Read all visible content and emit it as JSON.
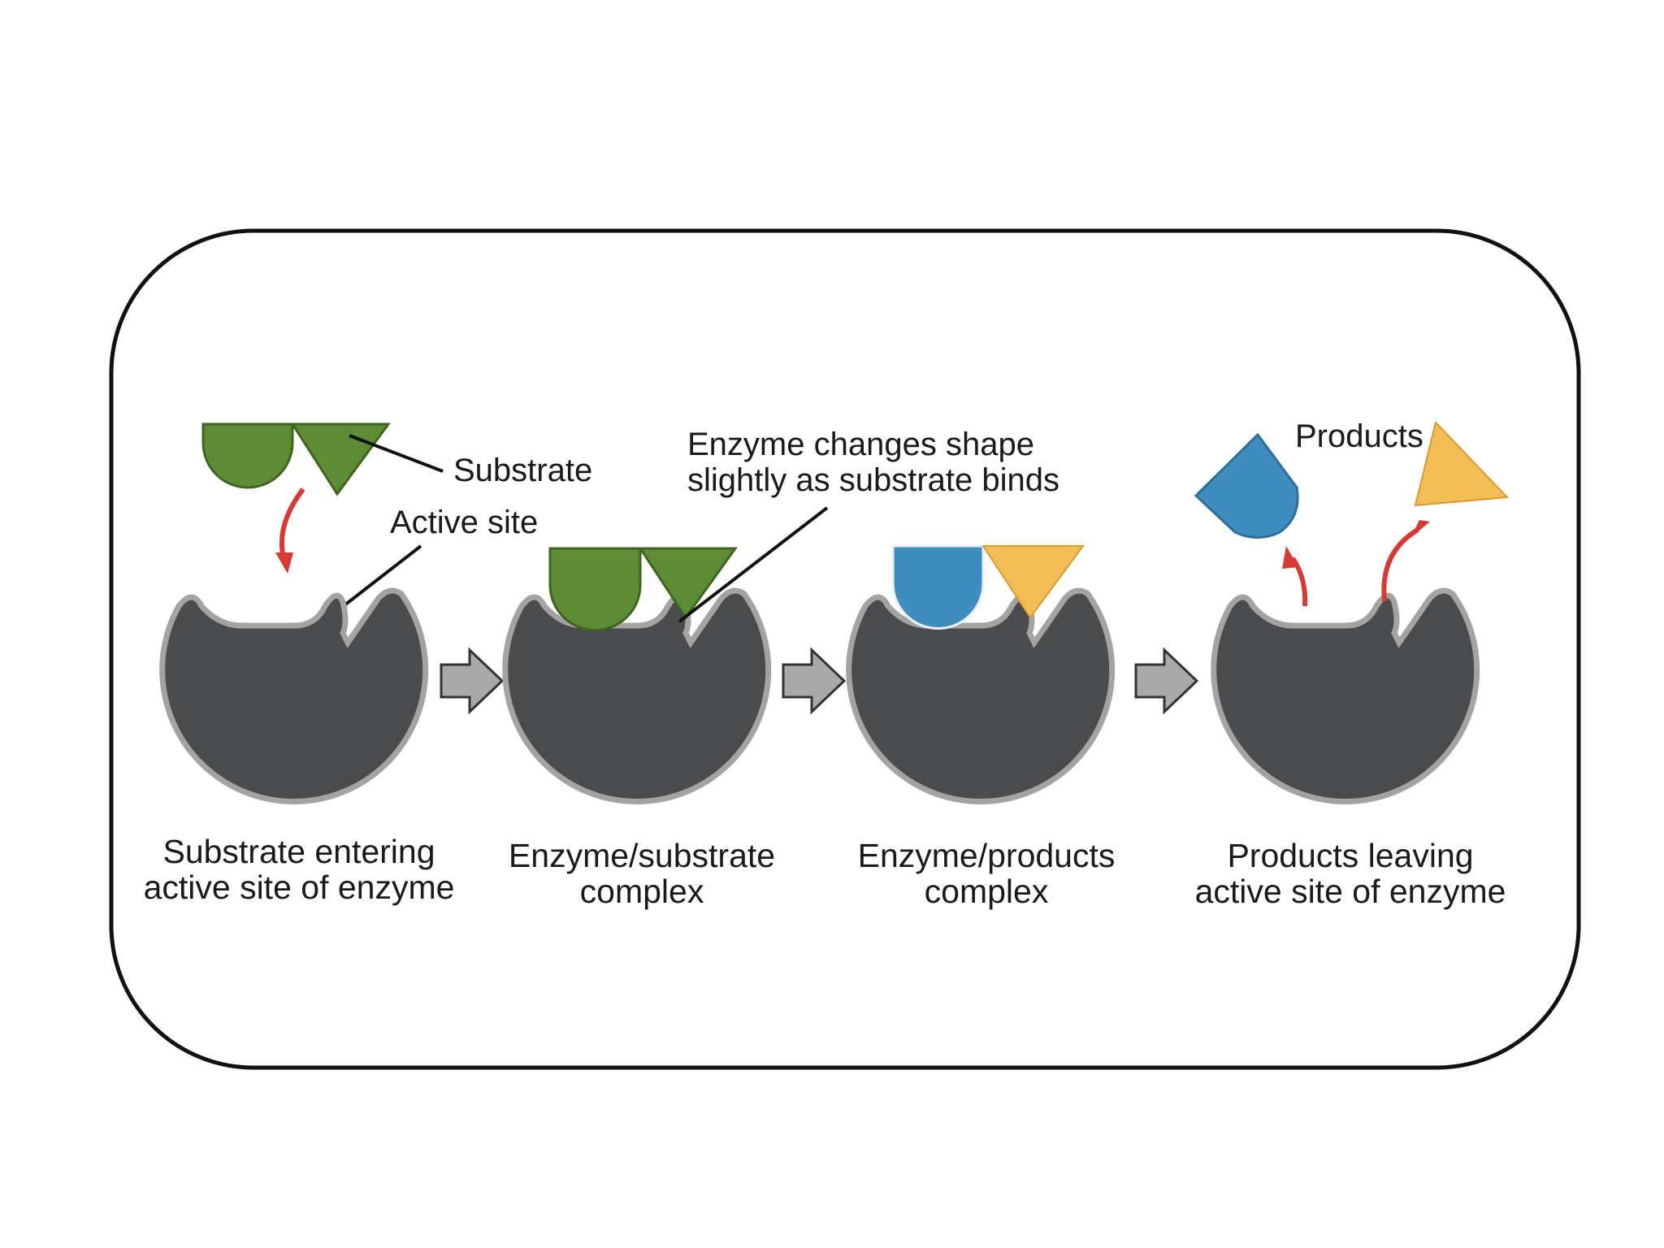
{
  "labels": {
    "substrate": "Substrate",
    "active_site": "Active site",
    "shape_change_line1": "Enzyme changes shape",
    "shape_change_line2": "slightly as substrate binds",
    "products": "Products"
  },
  "captions": [
    {
      "line1": "Substrate entering",
      "line2": "active site of enzyme"
    },
    {
      "line1": "Enzyme/substrate",
      "line2": "complex"
    },
    {
      "line1": "Enzyme/products",
      "line2": "complex"
    },
    {
      "line1": "Products leaving",
      "line2": "active site of enzyme"
    }
  ],
  "colors": {
    "enzyme": "#4a4b4d",
    "enzyme_outline": "#a3a3a3",
    "substrate": "#5e8c34",
    "product_blue": "#3f8cbf",
    "product_yellow": "#f3bd55",
    "arrow_red": "#d83a33",
    "step_arrow": "#a9a9a9",
    "frame": "#111111"
  }
}
